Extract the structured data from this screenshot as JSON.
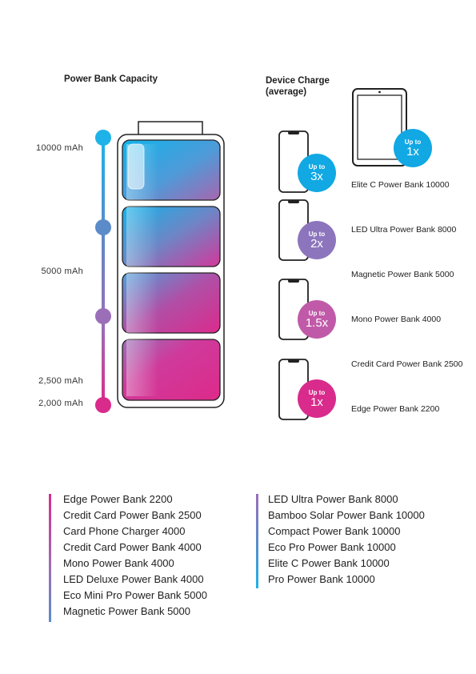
{
  "capacity": {
    "title": "Power Bank Capacity",
    "levels": [
      "10000 mAh",
      "5000 mAh",
      "2,500 mAh",
      "2,000 mAh"
    ],
    "dot_colors": [
      "#1eb2e8",
      "#5b8bc9",
      "#9a6fb8",
      "#d92b8c"
    ]
  },
  "device_charge": {
    "title_line1": "Device Charge",
    "title_line2": "(average)",
    "badges": [
      {
        "up": "Up to",
        "mult": "1x",
        "color": "#11a8e3"
      },
      {
        "up": "Up to",
        "mult": "3x",
        "color": "#11a8e3"
      },
      {
        "up": "Up to",
        "mult": "2x",
        "color": "#8d75bd"
      },
      {
        "up": "Up to",
        "mult": "1.5x",
        "color": "#c05aa8"
      },
      {
        "up": "Up to",
        "mult": "1x",
        "color": "#d92b8c"
      }
    ],
    "labels": [
      "Elite C Power Bank 10000",
      "LED Ultra Power Bank 8000",
      "Magnetic Power Bank 5000",
      "Mono Power Bank 4000",
      "Credit Card Power Bank 2500",
      "Edge Power Bank 2200"
    ]
  },
  "list_left": [
    "Edge Power Bank 2200",
    "Credit Card Power Bank 2500",
    "Card Phone Charger 4000",
    "Credit Card Power Bank 4000",
    "Mono Power Bank 4000",
    "LED Deluxe Power Bank 4000",
    "Eco Mini Pro Power Bank 5000",
    "Magnetic Power Bank 5000"
  ],
  "list_right": [
    "LED Ultra Power Bank 8000",
    "Bamboo Solar Power Bank 10000",
    "Compact Power Bank 10000",
    "Eco Pro Power Bank 10000",
    "Elite C Power Bank 10000",
    "Pro Power Bank 10000"
  ]
}
